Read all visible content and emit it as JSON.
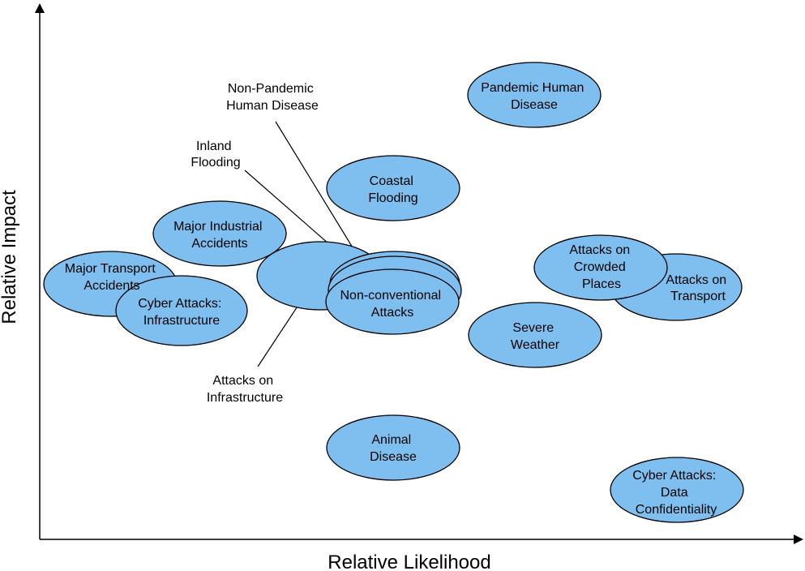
{
  "axes": {
    "x_label": "Relative Likelihood",
    "y_label": "Relative Impact"
  },
  "colors": {
    "ellipse_fill": "#7fbfef",
    "outline": "#000000"
  },
  "risks": {
    "pandemic_human_disease": [
      "Pandemic Human",
      "Disease"
    ],
    "coastal_flooding": [
      "Coastal",
      "Flooding"
    ],
    "major_industrial_accidents": [
      "Major Industrial",
      "Accidents"
    ],
    "major_transport_accidents": [
      "Major Transport",
      "Accidents"
    ],
    "cyber_attacks_infrastructure": [
      "Cyber Attacks:",
      "Infrastructure"
    ],
    "non_conventional_attacks": [
      "Non-conventional",
      "Attacks"
    ],
    "attacks_on_crowded_places": [
      "Attacks on",
      "Crowded",
      "Places"
    ],
    "attacks_on_transport": [
      "Attacks on",
      "Transport"
    ],
    "severe_weather": [
      "Severe",
      "Weather"
    ],
    "animal_disease": [
      "Animal",
      "Disease"
    ],
    "cyber_attacks_data_confidentiality": [
      "Cyber Attacks:",
      "Data",
      "Confidentiality"
    ]
  },
  "callouts": {
    "non_pandemic_human_disease": [
      "Non-Pandemic",
      "Human Disease"
    ],
    "inland_flooding": [
      "Inland",
      "Flooding"
    ],
    "attacks_on_infrastructure": [
      "Attacks on",
      "Infrastructure"
    ]
  }
}
